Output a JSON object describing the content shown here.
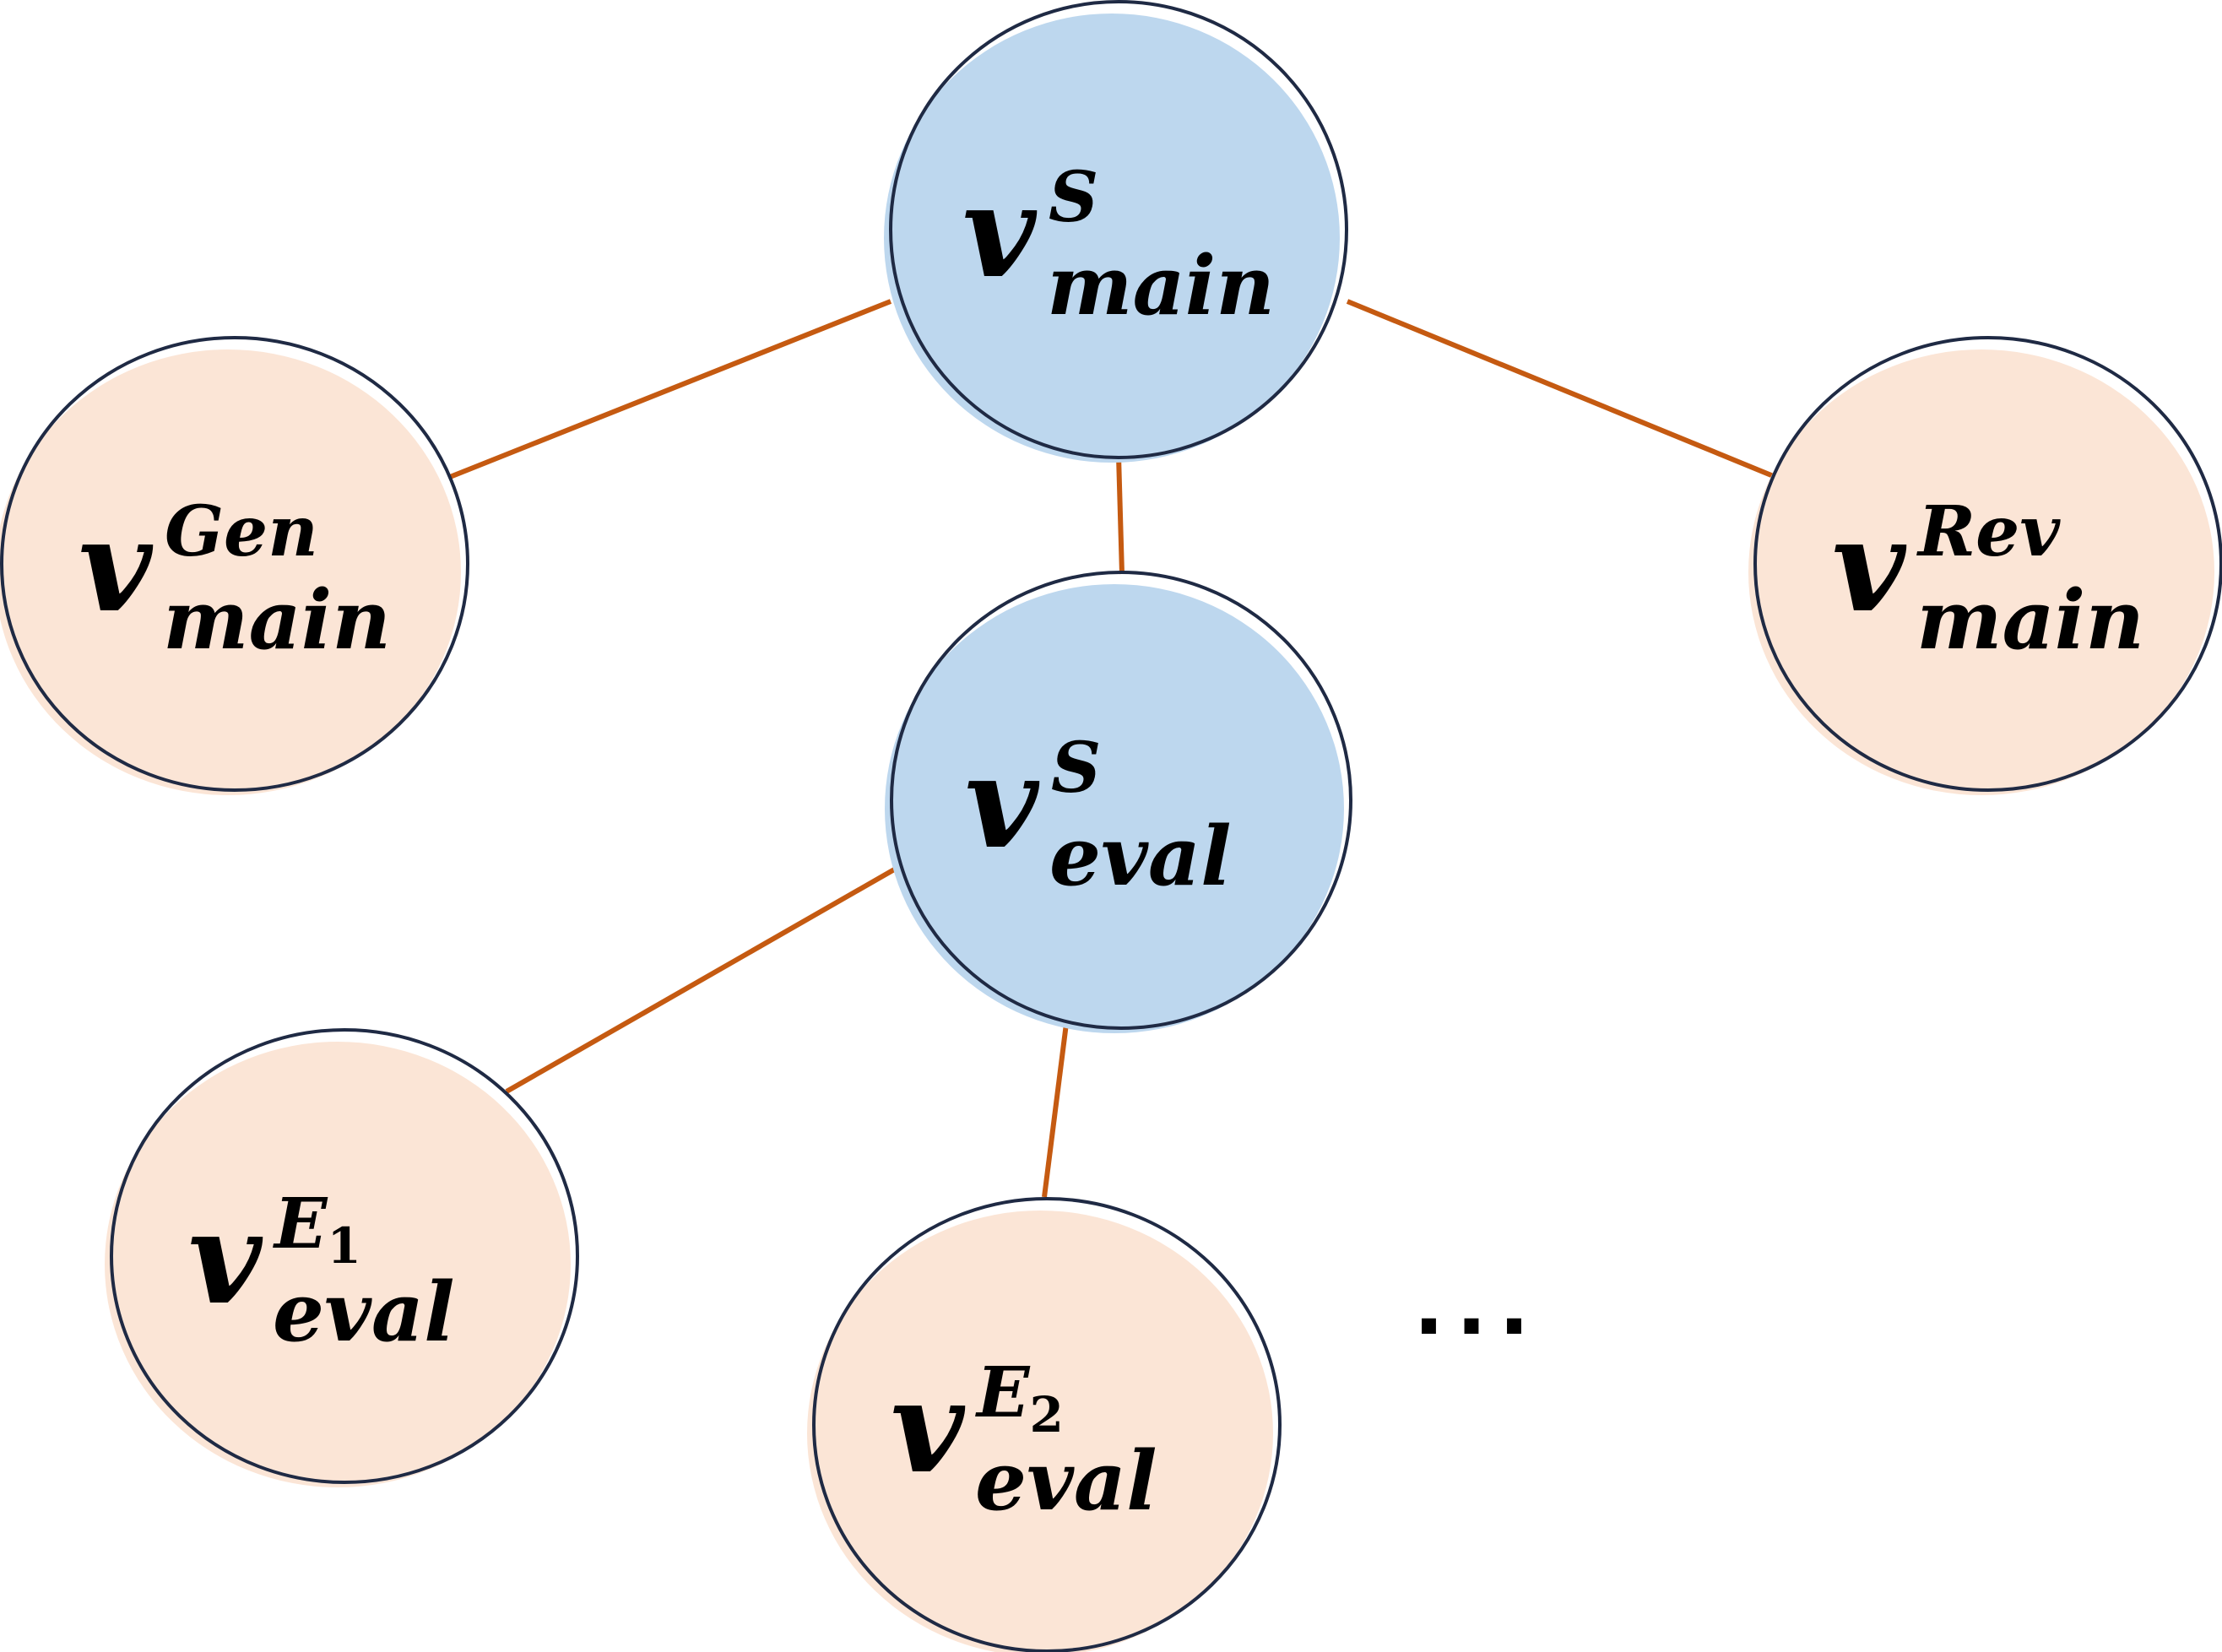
{
  "colors": {
    "edge": "#C55A11",
    "outline": "#1F2A44",
    "blue_fill": "#BDD7EE",
    "peach_fill": "#FBE5D6"
  },
  "nodes": [
    {
      "id": "main-s",
      "base": "v",
      "sup": "S",
      "sub": "main",
      "kind": "blue"
    },
    {
      "id": "main-gen",
      "base": "v",
      "sup": "Gen",
      "sub": "main",
      "kind": "peach"
    },
    {
      "id": "main-rev",
      "base": "v",
      "sup": "Rev",
      "sub": "main",
      "kind": "peach"
    },
    {
      "id": "eval-s",
      "base": "v",
      "sup": "S",
      "sub": "eval",
      "kind": "blue"
    },
    {
      "id": "eval-e1",
      "base": "v",
      "sup": "E",
      "sup_index": "1",
      "sub": "eval",
      "kind": "peach"
    },
    {
      "id": "eval-e2",
      "base": "v",
      "sup": "E",
      "sup_index": "2",
      "sub": "eval",
      "kind": "peach"
    }
  ],
  "edges": [
    {
      "from": "main-s",
      "to": "main-gen"
    },
    {
      "from": "main-s",
      "to": "main-rev"
    },
    {
      "from": "main-s",
      "to": "eval-s"
    },
    {
      "from": "eval-s",
      "to": "eval-e1"
    },
    {
      "from": "eval-s",
      "to": "eval-e2"
    }
  ],
  "ellipsis": "..."
}
